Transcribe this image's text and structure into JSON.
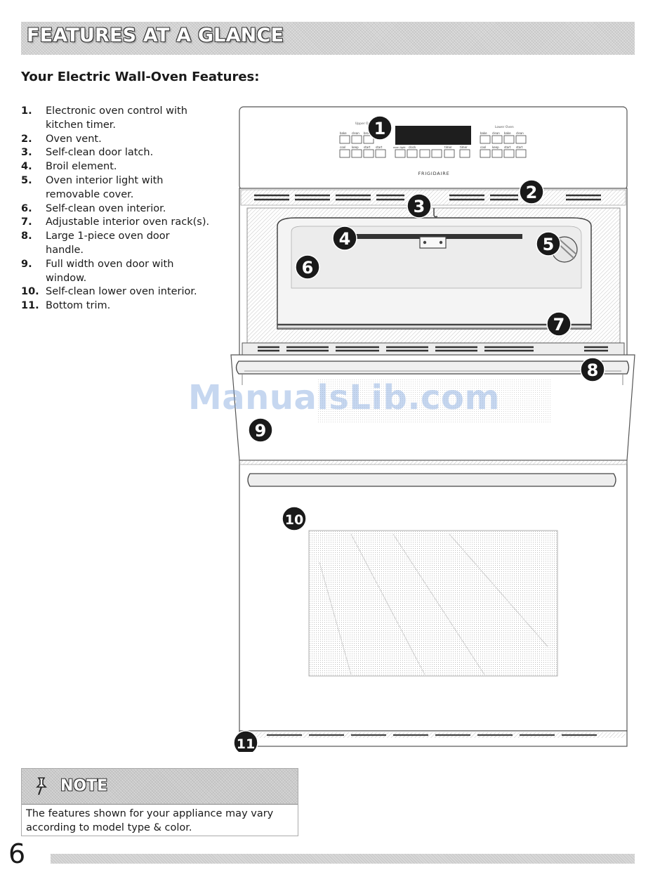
{
  "header": {
    "title": "FEATURES AT A GLANCE"
  },
  "section": {
    "heading": "Your Electric Wall-Oven Features:"
  },
  "features": [
    {
      "num": "1.",
      "text": "Electronic oven control with kitchen timer."
    },
    {
      "num": "2.",
      "text": "Oven vent."
    },
    {
      "num": "3.",
      "text": "Self-clean door latch."
    },
    {
      "num": "4.",
      "text": "Broil element."
    },
    {
      "num": "5.",
      "text": "Oven interior light with removable cover."
    },
    {
      "num": "6.",
      "text": "Self-clean oven interior."
    },
    {
      "num": "7.",
      "text": "Adjustable interior oven rack(s)."
    },
    {
      "num": "8.",
      "text": "Large 1-piece oven door handle."
    },
    {
      "num": "9.",
      "text": "Full width oven door with window."
    },
    {
      "num": "10.",
      "text": "Self-clean lower oven interior."
    },
    {
      "num": "11.",
      "text": "Bottom trim."
    }
  ],
  "diagram": {
    "brand": "FRIGIDAIRE",
    "upper_oven_label": "Upper Oven",
    "lower_oven_label": "Lower Oven",
    "callouts": [
      "1",
      "2",
      "3",
      "4",
      "5",
      "6",
      "7",
      "8",
      "9",
      "10",
      "11"
    ],
    "control_keys": {
      "left_top": [
        "bake",
        "clean",
        "broil"
      ],
      "left_bottom": [
        "cool",
        "keep",
        "start",
        "start"
      ],
      "center": [
        "oven light",
        "clock",
        "",
        "",
        "timer",
        "timer"
      ],
      "right_top": [
        "bake",
        "clean",
        "bake",
        "clean"
      ],
      "right_bottom": [
        "cool",
        "keep",
        "start",
        "start"
      ]
    }
  },
  "watermark": "ManualsLib.com",
  "note": {
    "title": "NOTE",
    "text": "The features shown for your appliance may vary according to model type & color."
  },
  "page": {
    "number": "6"
  },
  "colors": {
    "banner": "#dcdcdc",
    "callout": "#1a1a1a",
    "watermark": "#78a0dc"
  }
}
